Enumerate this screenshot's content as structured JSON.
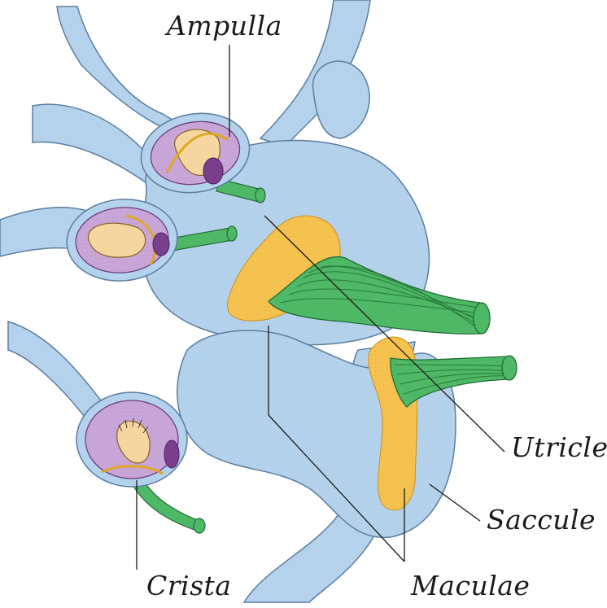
{
  "labels": {
    "ampulla": "Ampulla",
    "utricle": "Utricle",
    "saccule": "Saccule",
    "crista": "Crista",
    "maculae": "Maculae"
  },
  "colors": {
    "membrane": "#b5d2ec",
    "membrane_outline": "#5a7da0",
    "ampulla_interior": "#c9a6d8",
    "crista_body": "#f5d6a0",
    "macula": "#f6c24f",
    "nerve": "#4fb866",
    "nerve_dark": "#1f6e36",
    "pointer_line": "#1a1a1a"
  }
}
